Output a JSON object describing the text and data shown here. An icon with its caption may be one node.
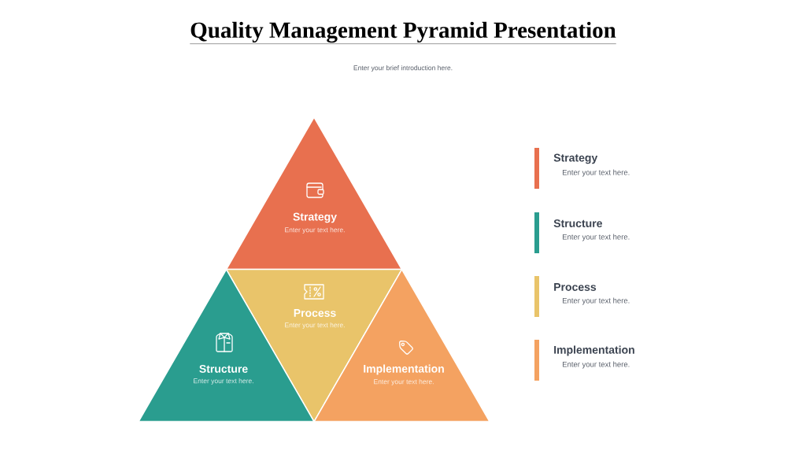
{
  "diagram": {
    "title": "Quality Management Pyramid Presentation",
    "nodes": [
      {
        "text": [
          "Strategy",
          "Enter your text here."
        ]
      },
      {
        "text": [
          "Process",
          "Enter your text here."
        ]
      },
      {
        "text": [
          "Structure",
          "Enter your text here."
        ]
      },
      {
        "text": [
          "Implementation",
          "Enter your text here."
        ]
      },
      {
        "text": [
          "Strategy",
          "Enter your text here."
        ]
      },
      {
        "text": [
          "Structure",
          "Enter your text here."
        ]
      },
      {
        "text": [
          "Process",
          "Enter your text here."
        ]
      },
      {
        "text": [
          "Implementation",
          "Enter your text here."
        ]
      }
    ],
    "labels": [
      "Enter your brief introduction here."
    ]
  }
}
